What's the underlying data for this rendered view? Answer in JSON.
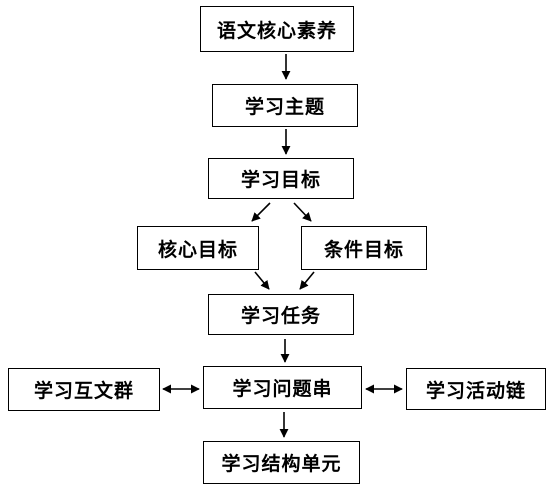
{
  "nodes": {
    "core_literacy": "语文核心素养",
    "learning_theme": "学习主题",
    "learning_goal": "学习目标",
    "core_goal": "核心目标",
    "condition_goal": "条件目标",
    "learning_task": "学习任务",
    "intertext_group": "学习互文群",
    "question_chain": "学习问题串",
    "activity_chain": "学习活动链",
    "structure_unit": "学习结构单元"
  },
  "edges": [
    {
      "from": "core_literacy",
      "to": "learning_theme",
      "direction": "forward"
    },
    {
      "from": "learning_theme",
      "to": "learning_goal",
      "direction": "forward"
    },
    {
      "from": "learning_goal",
      "to": "core_goal",
      "direction": "forward"
    },
    {
      "from": "learning_goal",
      "to": "condition_goal",
      "direction": "forward"
    },
    {
      "from": "core_goal",
      "to": "learning_task",
      "direction": "forward"
    },
    {
      "from": "condition_goal",
      "to": "learning_task",
      "direction": "forward"
    },
    {
      "from": "learning_task",
      "to": "question_chain",
      "direction": "forward"
    },
    {
      "from": "intertext_group",
      "to": "question_chain",
      "direction": "both"
    },
    {
      "from": "question_chain",
      "to": "activity_chain",
      "direction": "both"
    },
    {
      "from": "question_chain",
      "to": "structure_unit",
      "direction": "forward"
    }
  ],
  "colors": {
    "stroke": "#000000",
    "fill": "#ffffff",
    "text": "#000000"
  }
}
